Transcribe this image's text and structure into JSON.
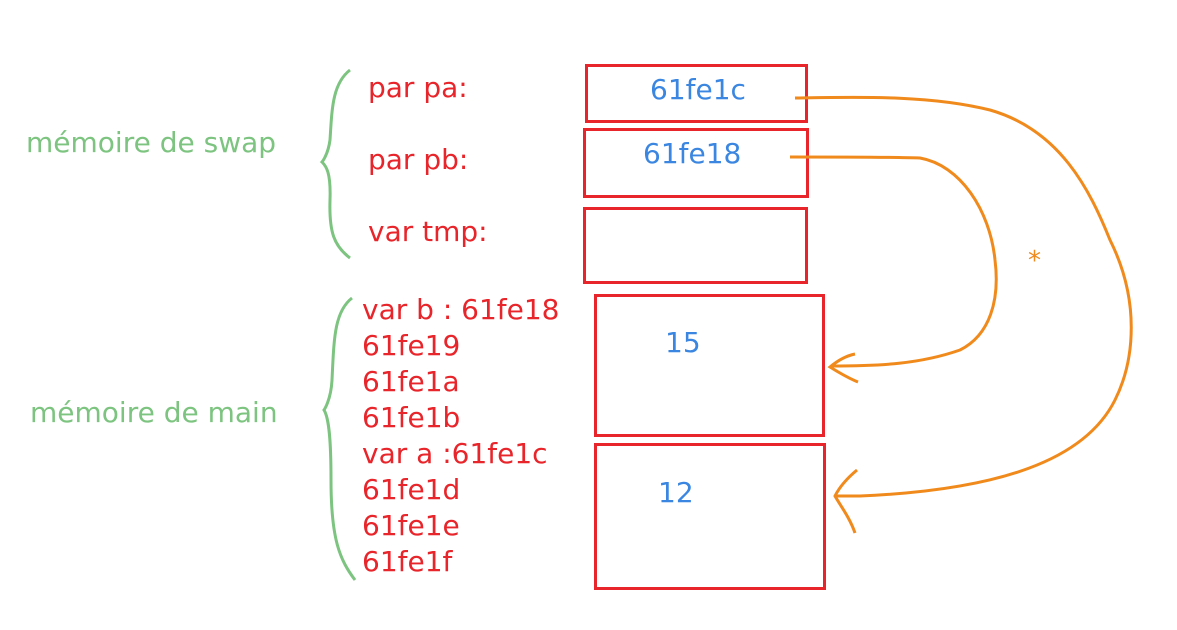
{
  "sections": {
    "swap": "mémoire de swap",
    "main": "mémoire de main"
  },
  "swap_labels": {
    "pa": "par pa:",
    "pb": "par pb:",
    "tmp": "var tmp:"
  },
  "swap_values": {
    "pa": "61fe1c",
    "pb": "61fe18",
    "tmp": ""
  },
  "main_labels": [
    "var b : 61fe18",
    "61fe19",
    "61fe1a",
    "61fe1b",
    "var a :61fe1c",
    "61fe1d",
    "61fe1e",
    "61fe1f"
  ],
  "main_values": {
    "b": "15",
    "a": "12"
  },
  "arrow_marker": "*",
  "colors": {
    "section": "#7cc47f",
    "label": "#e8252a",
    "value": "#3a86e0",
    "arrow": "#f08a1c"
  }
}
